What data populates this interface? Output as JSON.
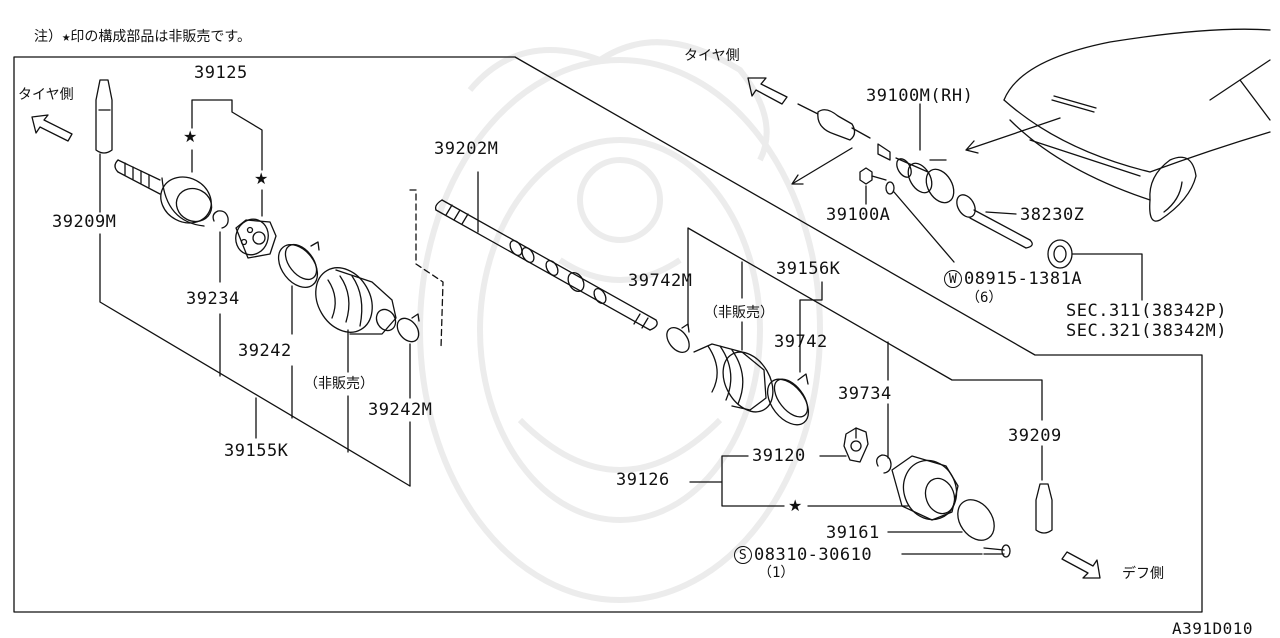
{
  "note": "注）★印の構成部品は非販売です。",
  "directions": {
    "tire_left": "タイヤ側",
    "tire_right": "タイヤ側",
    "diff": "デフ側"
  },
  "figure_code": "A391D010",
  "star_symbol": "★",
  "parts": {
    "p39125": "39125",
    "p39209M": "39209M",
    "p39234": "39234",
    "p39242": "39242",
    "not_for_sale_1": "（非販売）",
    "p39242M": "39242M",
    "p39155K": "39155K",
    "p39202M": "39202M",
    "p39742M": "39742M",
    "not_for_sale_2": "（非販売）",
    "p39156K": "39156K",
    "p39742": "39742",
    "p39734": "39734",
    "p39209": "39209",
    "p39120": "39120",
    "p39126": "39126",
    "p39161": "39161",
    "p08310": "08310-30610",
    "p08310_qty": "（1）",
    "p08310_prefix": "S",
    "p39100M": "39100M(RH)",
    "p39100A": "39100A",
    "p38230Z": "38230Z",
    "p08915": "08915-1381A",
    "p08915_qty": "（6）",
    "p08915_prefix": "W",
    "sec311": "SEC.311(38342P)",
    "sec321": "SEC.321(38342M)"
  },
  "colors": {
    "ink": "#111111",
    "watermark": "#ececec"
  }
}
